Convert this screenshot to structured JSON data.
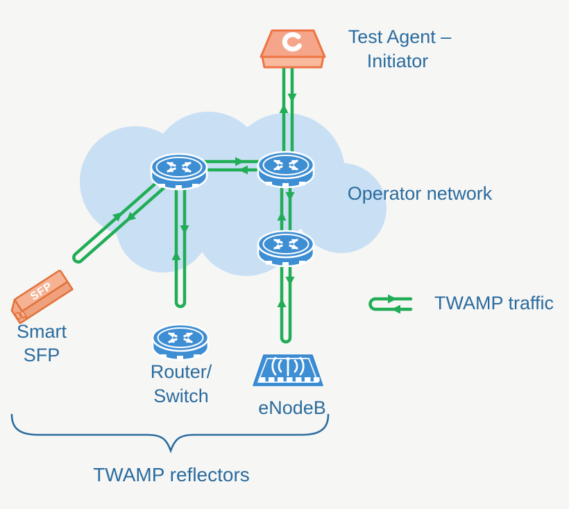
{
  "diagram": {
    "type": "network-topology",
    "colors": {
      "background": "#f6f6f5",
      "label_blue": "#2a6b9d",
      "traffic_green": "#20ad55",
      "cloud_blue": "#c8dff4",
      "device_blue": "#3e8ed4",
      "device_orange_border": "#ed7442",
      "device_orange_fill": "#f4a58a"
    },
    "nodes": {
      "test_agent": {
        "label_line1": "Test Agent –",
        "label_line2": "Initiator",
        "icon": "test-agent-platform"
      },
      "operator_network": {
        "label": "Operator network",
        "icon": "cloud"
      },
      "smart_sfp": {
        "label_line1": "Smart",
        "label_line2": "SFP",
        "module_text": "SFP",
        "icon": "sfp-module"
      },
      "router_switch": {
        "label_line1": "Router/",
        "label_line2": "Switch",
        "icon": "router"
      },
      "enodeb": {
        "label": "eNodeB",
        "icon": "base-station"
      },
      "cloud_routers": {
        "count": 3,
        "icon": "router"
      }
    },
    "legend": {
      "label": "TWAMP traffic",
      "icon": "u-turn-arrows"
    },
    "annotation": {
      "label": "TWAMP reflectors",
      "shape": "curly-brace"
    }
  }
}
